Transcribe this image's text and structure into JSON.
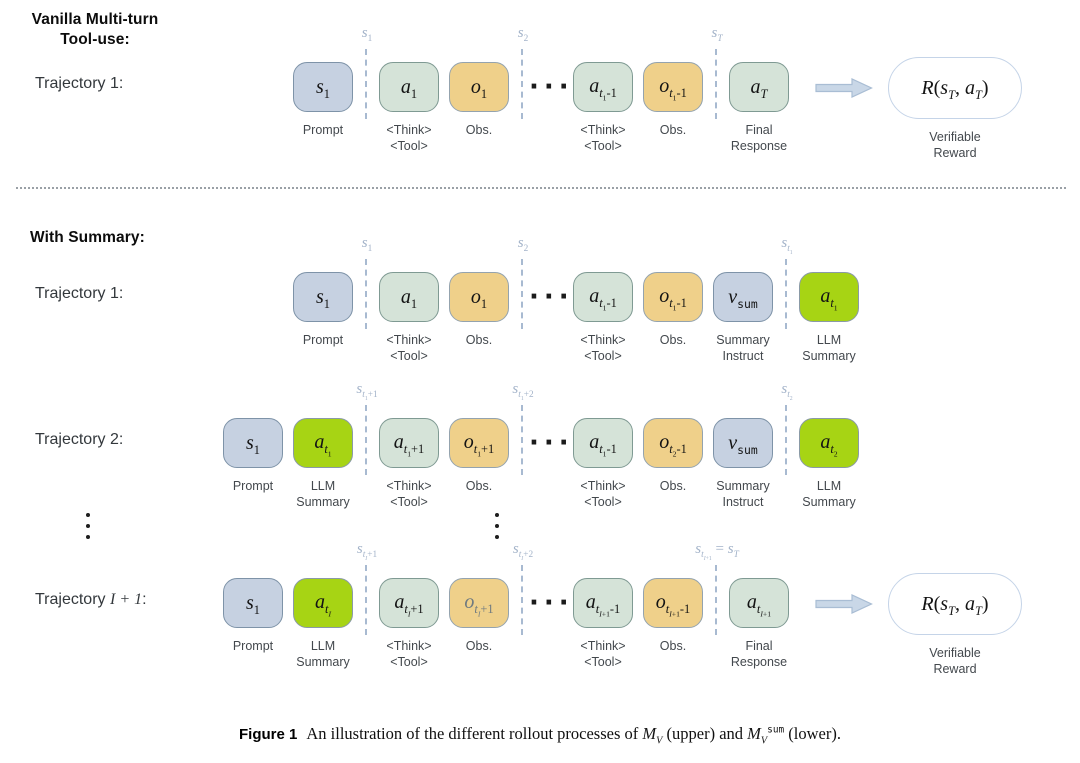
{
  "colors": {
    "state_fill": "#c6d1e1",
    "state_border": "#7e93a8",
    "action_fill": "#d5e3d8",
    "action_border": "#7f9a93",
    "obs_fill": "#efd08a",
    "obs_border": "#94a3ae",
    "summary_fill": "#a7d414",
    "summary_border": "#8a9aa6",
    "separator": "#a8bad1",
    "separator_label": "#a3b3c9",
    "arrow_fill": "#c9d7e7",
    "arrow_stroke": "#a9bdd4",
    "reward_border": "#c5d4e8",
    "caption_text": "#43484d"
  },
  "glyphs": {
    "hdots": "···"
  },
  "sections": {
    "vanilla": {
      "title_line1": "Vanilla Multi-turn",
      "title_line2": "Tool-use:"
    },
    "summary": {
      "title": "With Summary:"
    }
  },
  "rows": [
    {
      "label_parts": [
        {
          "t": "Trajectory 1:"
        }
      ],
      "left": [
        {
          "type": "box",
          "kind": "state",
          "math": "s_1",
          "caption": "Prompt"
        },
        {
          "type": "sep",
          "math": "s_1"
        },
        {
          "type": "box",
          "kind": "action",
          "math": "a_1",
          "caption": "<Think>\n<Tool>"
        },
        {
          "type": "box",
          "kind": "obs",
          "math": "o_1",
          "caption": "Obs."
        },
        {
          "type": "sep",
          "math": "s_2"
        }
      ],
      "right": [
        {
          "type": "box",
          "kind": "action",
          "math": "a_{t_1-1}",
          "caption": "<Think>\n<Tool>"
        },
        {
          "type": "box",
          "kind": "obs",
          "math": "o_{t_1-1}",
          "caption": "Obs."
        },
        {
          "type": "sep",
          "math": "s_T"
        },
        {
          "type": "box",
          "kind": "action",
          "math": "a_T",
          "caption": "Final\nResponse"
        },
        {
          "type": "arrow"
        },
        {
          "type": "pill",
          "math": "R(s_T, a_T)",
          "caption": "Verifiable\nReward"
        }
      ]
    },
    {
      "label_parts": [
        {
          "t": "Trajectory 1:"
        }
      ],
      "left": [
        {
          "type": "box",
          "kind": "state",
          "math": "s_1",
          "caption": "Prompt"
        },
        {
          "type": "sep",
          "math": "s_1"
        },
        {
          "type": "box",
          "kind": "action",
          "math": "a_1",
          "caption": "<Think>\n<Tool>"
        },
        {
          "type": "box",
          "kind": "obs",
          "math": "o_1",
          "caption": "Obs."
        },
        {
          "type": "sep",
          "math": "s_2"
        }
      ],
      "right": [
        {
          "type": "box",
          "kind": "action",
          "math": "a_{t_1-1}",
          "caption": "<Think>\n<Tool>"
        },
        {
          "type": "box",
          "kind": "obs",
          "math": "o_{t_1-1}",
          "caption": "Obs."
        },
        {
          "type": "box",
          "kind": "state",
          "math": "v_{`sum`}",
          "caption": "Summary\nInstruct"
        },
        {
          "type": "sep",
          "math": "s_{t_1}"
        },
        {
          "type": "box",
          "kind": "summary",
          "math": "a_{t_1}",
          "caption": "LLM\nSummary"
        }
      ]
    },
    {
      "label_parts": [
        {
          "t": "Trajectory 2:"
        }
      ],
      "left": [
        {
          "type": "box",
          "kind": "state",
          "math": "s_1",
          "caption": "Prompt"
        },
        {
          "type": "box",
          "kind": "summary",
          "math": "a_{t_1}",
          "caption": "LLM\nSummary"
        },
        {
          "type": "sep",
          "math": "s_{t_1+1}"
        },
        {
          "type": "box",
          "kind": "action",
          "math": "a_{t_1+1}",
          "caption": "<Think>\n<Tool>"
        },
        {
          "type": "box",
          "kind": "obs",
          "math": "o_{t_1+1}",
          "caption": "Obs."
        },
        {
          "type": "sep",
          "math": "s_{t_1+2}"
        }
      ],
      "right": [
        {
          "type": "box",
          "kind": "action",
          "math": "a_{t_1-1}",
          "caption": "<Think>\n<Tool>"
        },
        {
          "type": "box",
          "kind": "obs",
          "math": "o_{t_2-1}",
          "caption": "Obs."
        },
        {
          "type": "box",
          "kind": "state",
          "math": "v_{`sum`}",
          "caption": "Summary\nInstruct"
        },
        {
          "type": "sep",
          "math": "s_{t_2}"
        },
        {
          "type": "box",
          "kind": "summary",
          "math": "a_{t_2}",
          "caption": "LLM\nSummary"
        }
      ]
    },
    {
      "label_parts": [
        {
          "t": "Trajectory "
        },
        {
          "t": "I + 1",
          "math": true
        },
        {
          "t": ":"
        }
      ],
      "left": [
        {
          "type": "box",
          "kind": "state",
          "math": "s_1",
          "caption": "Prompt"
        },
        {
          "type": "box",
          "kind": "summary",
          "math": "a_{t_I}",
          "caption": "LLM\nSummary"
        },
        {
          "type": "sep",
          "math": "s_{t_I+1}"
        },
        {
          "type": "box",
          "kind": "action",
          "math": "a_{t_I+1}",
          "caption": "<Think>\n<Tool>"
        },
        {
          "type": "box",
          "kind": "obs",
          "math": "o_{t_I+1}",
          "caption": "Obs.",
          "muted": true
        },
        {
          "type": "sep",
          "math": "s_{t_I+2}"
        }
      ],
      "right": [
        {
          "type": "box",
          "kind": "action",
          "math": "a_{t_{I+1}-1}",
          "caption": "<Think>\n<Tool>"
        },
        {
          "type": "box",
          "kind": "obs",
          "math": "o_{t_{I+1}-1}",
          "caption": "Obs."
        },
        {
          "type": "sep",
          "math": "s_{t_{I+1}} = s_T"
        },
        {
          "type": "box",
          "kind": "action",
          "math": "a_{t_{I+1}}",
          "caption": "Final\nResponse"
        },
        {
          "type": "arrow"
        },
        {
          "type": "pill",
          "math": "R(s_T, a_T)",
          "caption": "Verifiable\nReward"
        }
      ]
    }
  ],
  "caption": {
    "tag": "Figure 1",
    "parts": [
      {
        "t": "An illustration of the different rollout processes of "
      },
      {
        "t": "M_V",
        "math": true
      },
      {
        "t": " (upper) and "
      },
      {
        "t": "M_V^{`sum`}",
        "math": true
      },
      {
        "t": " (lower)."
      }
    ]
  }
}
